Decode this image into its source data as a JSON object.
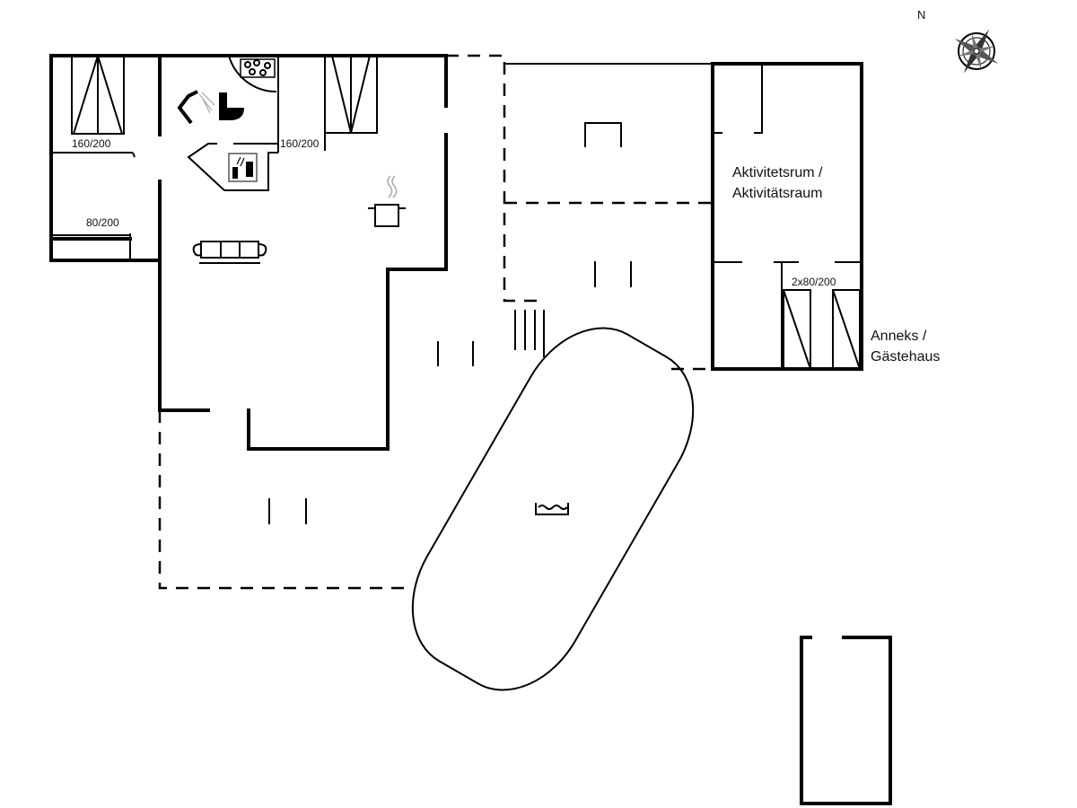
{
  "compass": {
    "north_label": "N",
    "icon": "compass-rose-icon"
  },
  "rooms": {
    "bed1": "160/200",
    "bed2": "160/200",
    "bed3": "80/200",
    "annex_beds": "2x80/200",
    "activity_line1": "Aktivitetsrum /",
    "activity_line2": "Aktivitätsraum",
    "annex_line1": "Anneks /",
    "annex_line2": "Gästehaus"
  },
  "icons": [
    "whirlpool-icon",
    "shower-icon",
    "toilet-icon",
    "sauna-icon",
    "cooking-pot-icon",
    "sofa-icon",
    "pool-icon"
  ],
  "colors": {
    "line": "#000000",
    "background": "#ffffff"
  }
}
